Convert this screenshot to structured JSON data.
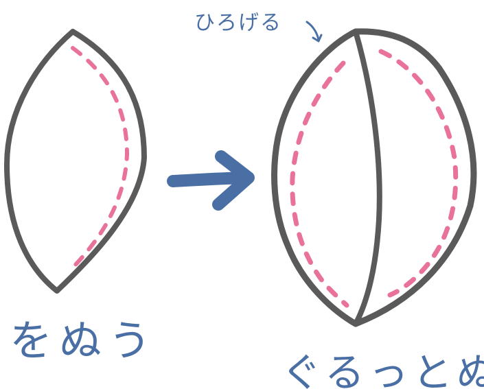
{
  "labels": {
    "spread": "ひろげる",
    "sew": "をぬう",
    "sew_around": "ぐるっとぬう"
  },
  "colors": {
    "outline": "#5a5a5a",
    "stitch": "#e8729c",
    "ink": "#4a6fa5",
    "background": "#ffffff"
  },
  "icons": {
    "arrow": "right-arrow-icon",
    "pointer": "curved-pointer-icon"
  }
}
